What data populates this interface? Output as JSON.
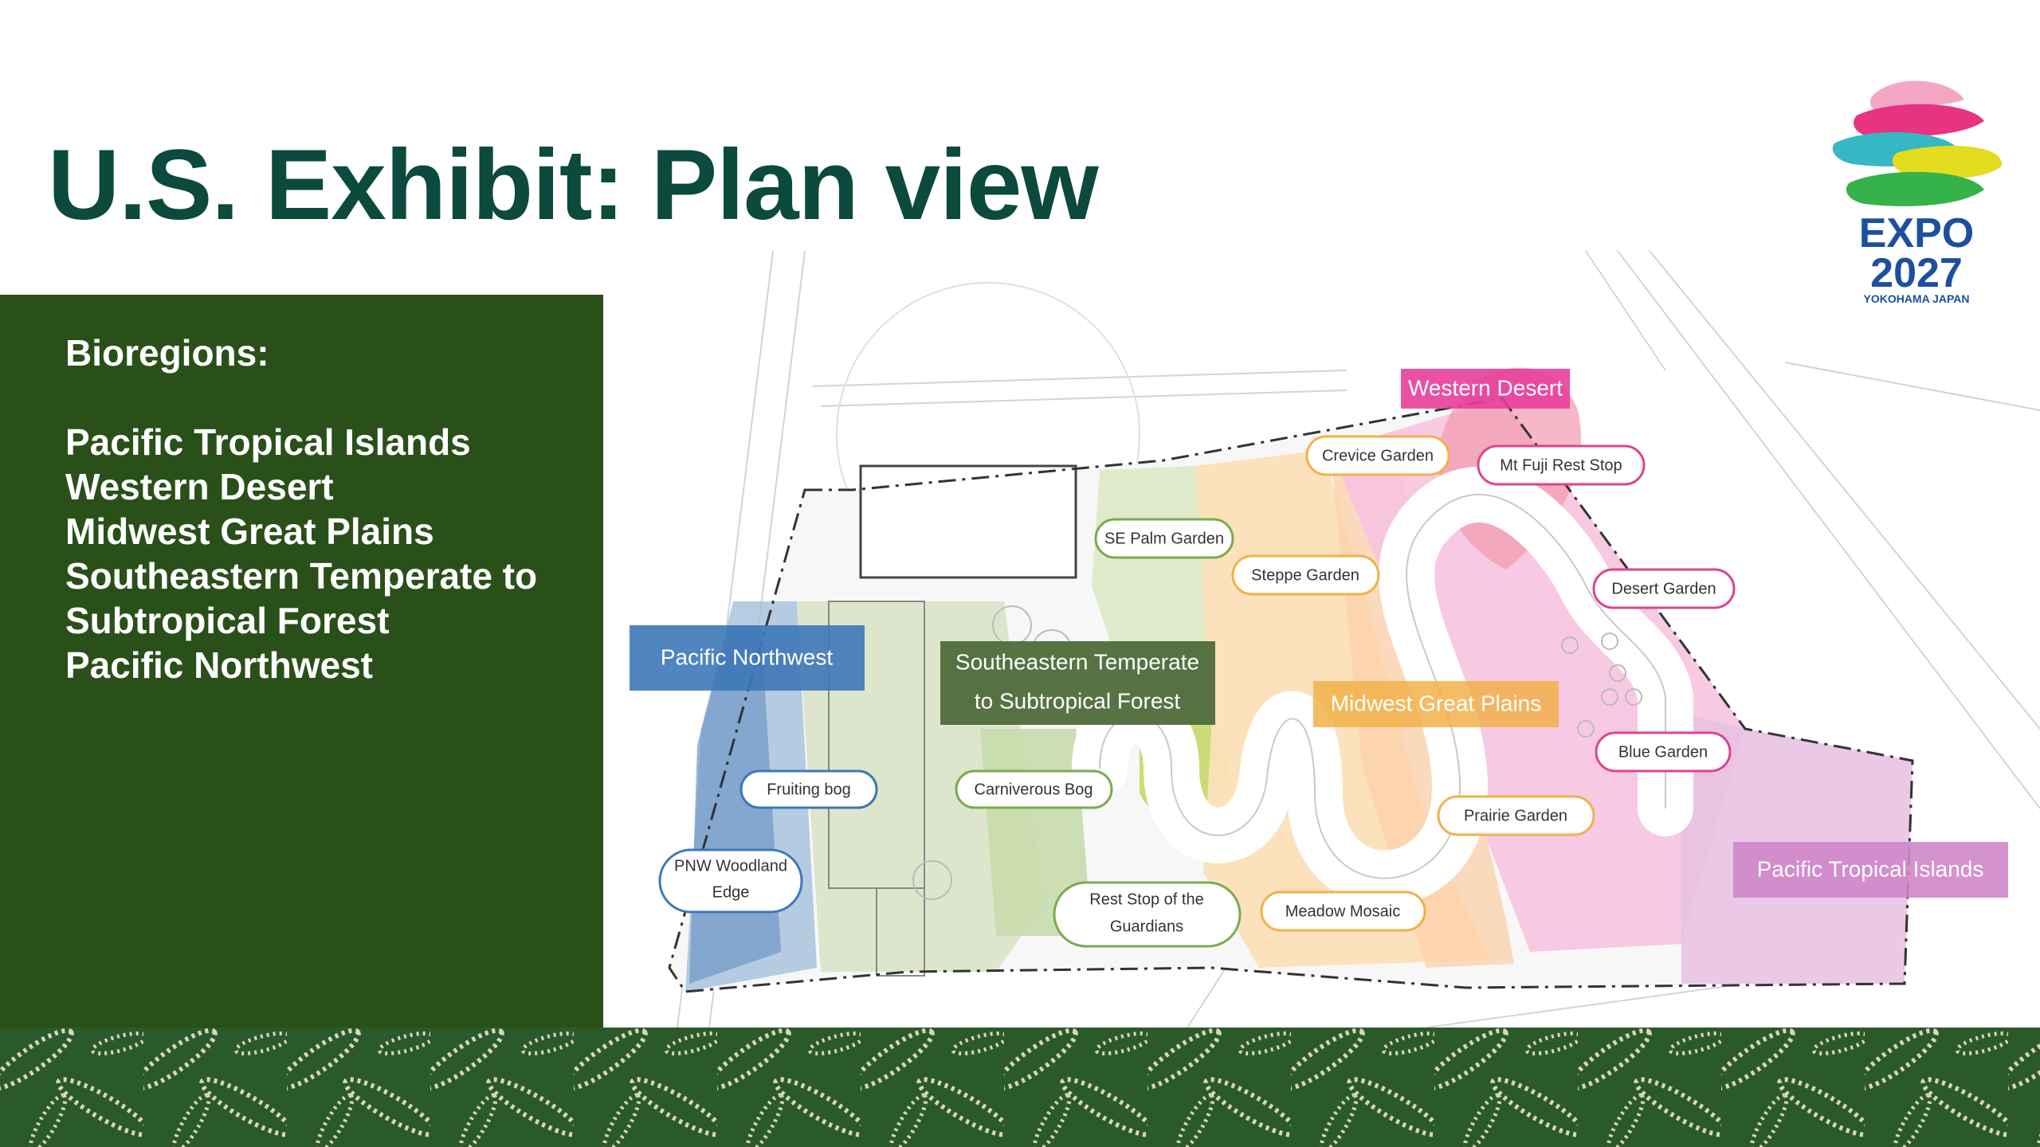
{
  "slide": {
    "title": "U.S. Exhibit: Plan view"
  },
  "sidebar": {
    "heading": "Bioregions:",
    "items": [
      "Pacific Tropical Islands",
      "Western Desert",
      "Midwest Great Plains",
      "Southeastern Temperate to",
      "Subtropical Forest",
      "Pacific Northwest"
    ]
  },
  "logo": {
    "line1": "EXPO",
    "line2": "2027",
    "line3": "YOKOHAMA JAPAN"
  },
  "plan": {
    "regions": {
      "western_desert": "Western Desert",
      "pacific_northwest": "Pacific Northwest",
      "southeastern_line1": "Southeastern Temperate",
      "southeastern_line2": "to Subtropical Forest",
      "midwest": "Midwest Great Plains",
      "pacific_tropical": "Pacific Tropical Islands"
    },
    "gardens": {
      "crevice": "Crevice Garden",
      "mt_fuji": "Mt Fuji Rest Stop",
      "se_palm": "SE Palm Garden",
      "steppe": "Steppe Garden",
      "desert": "Desert Garden",
      "blue": "Blue Garden",
      "fruiting_bog": "Fruiting bog",
      "carnivorous_bog": "Carniverous Bog",
      "prairie": "Prairie Garden",
      "pnw_line1": "PNW Woodland",
      "pnw_line2": "Edge",
      "rest_stop_line1": "Rest Stop of the",
      "rest_stop_line2": "Guardians",
      "meadow": "Meadow Mosaic"
    }
  },
  "colors": {
    "title": "#0b4a3c",
    "sidebar_bg": "#2a5019",
    "footer_bg": "#2b5a2a",
    "western_desert": "#e83e9a",
    "pacific_northwest": "#3d78b8",
    "southeastern": "#4e6b3a",
    "midwest": "#f2b04a",
    "pacific_tropical": "#cf86c9"
  }
}
